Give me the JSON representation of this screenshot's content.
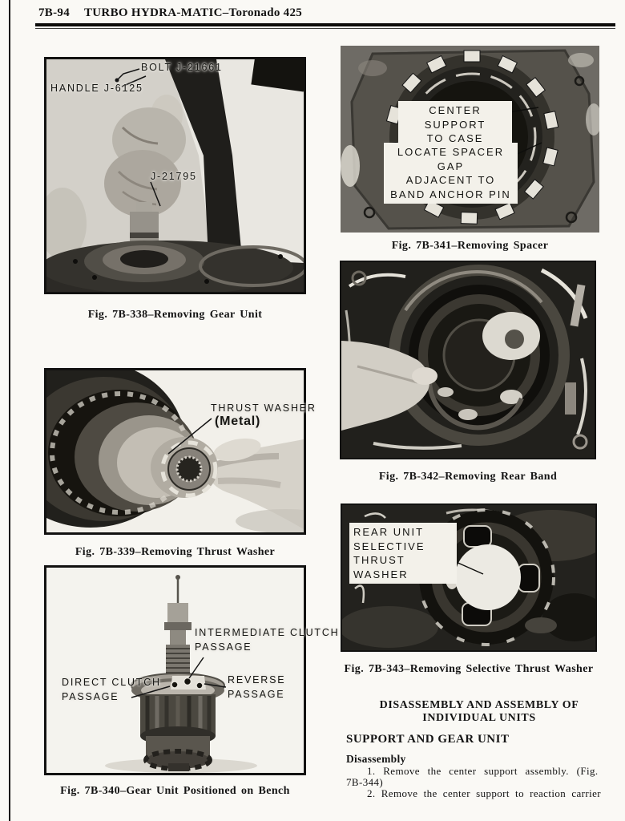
{
  "header": {
    "page_number": "7B-94",
    "title": "TURBO HYDRA-MATIC–Toronado 425"
  },
  "figures": {
    "fig338": {
      "caption": "Fig. 7B-338–Removing Gear Unit",
      "label_bolt": "BOLT J-21661",
      "label_handle": "HANDLE J-6125",
      "label_tool": "J-21795"
    },
    "fig339": {
      "caption": "Fig. 7B-339–Removing Thrust Washer",
      "label_line1": "THRUST WASHER",
      "label_line2": "(Metal)"
    },
    "fig340": {
      "caption": "Fig. 7B-340–Gear Unit Positioned on Bench",
      "label_intermediate_1": "INTERMEDIATE CLUTCH",
      "label_intermediate_2": "PASSAGE",
      "label_direct_1": "DIRECT CLUTCH",
      "label_direct_2": "PASSAGE",
      "label_reverse_1": "REVERSE",
      "label_reverse_2": "PASSAGE"
    },
    "fig341": {
      "caption": "Fig. 7B-341–Removing Spacer",
      "label_center_1": "CENTER SUPPORT",
      "label_center_2": "TO CASE SPACER",
      "label_locate_1": "LOCATE SPACER GAP",
      "label_locate_2": "ADJACENT TO",
      "label_locate_3": "BAND ANCHOR PIN"
    },
    "fig342": {
      "caption": "Fig. 7B-342–Removing Rear Band"
    },
    "fig343": {
      "caption": "Fig. 7B-343–Removing Selective Thrust Washer",
      "label_rear_1": "REAR UNIT",
      "label_rear_2": "SELECTIVE",
      "label_rear_3": "THRUST WASHER"
    }
  },
  "text": {
    "section_heading_1": "DISASSEMBLY AND ASSEMBLY OF",
    "section_heading_2": "INDIVIDUAL UNITS",
    "subsection_heading": "SUPPORT AND GEAR UNIT",
    "procedure_heading": "Disassembly",
    "step1_line1": "1. Remove the center support assembly. (Fig.",
    "step1_line2": "7B-344)",
    "step2_line1": "2. Remove the center support to reaction carrier"
  }
}
